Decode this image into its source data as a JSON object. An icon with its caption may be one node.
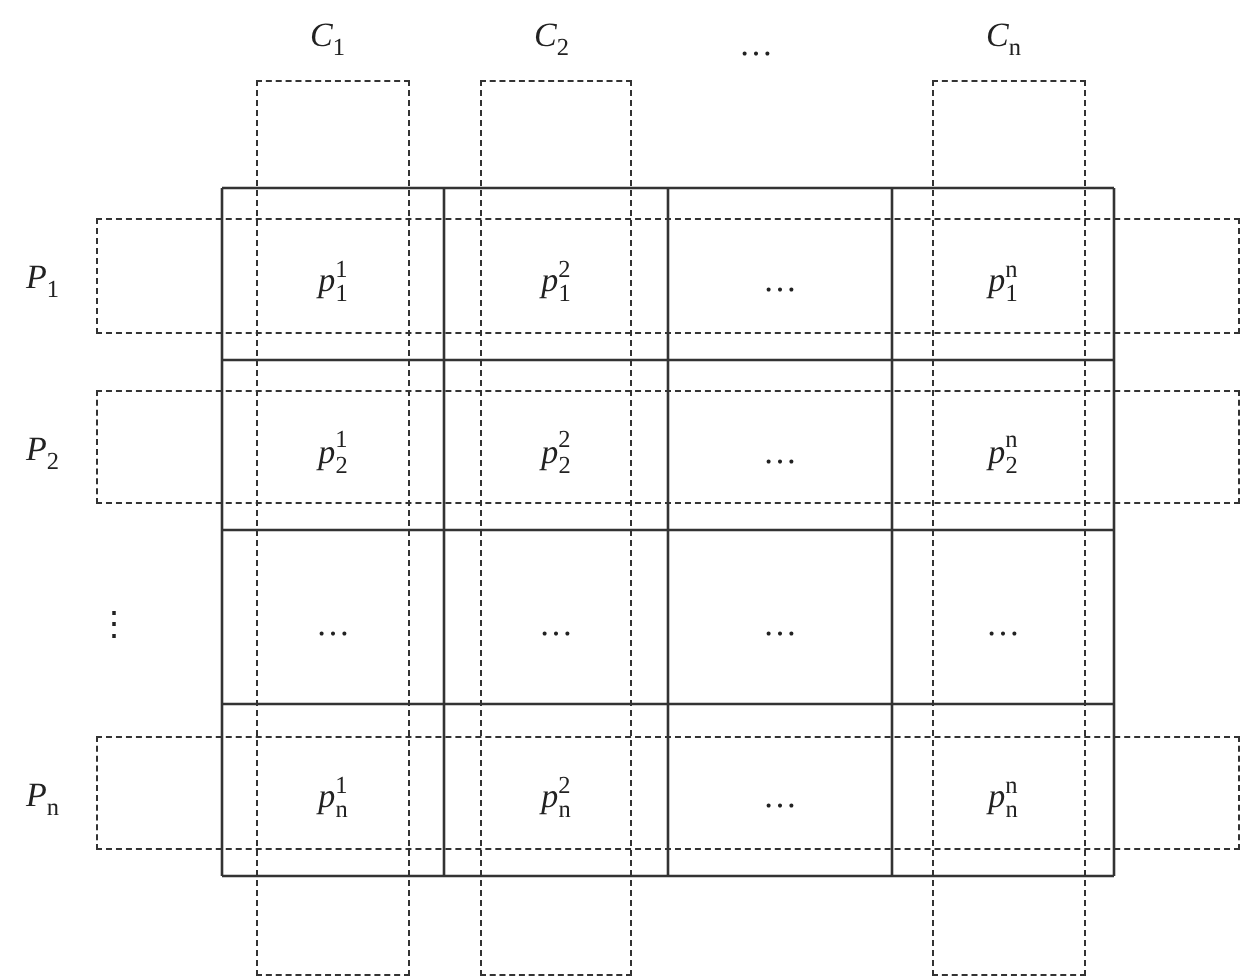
{
  "diagram": {
    "nodes": [
      {
        "text": [
          "*C*$_{1}$"
        ]
      },
      {
        "text": [
          "*C*$_{2}$"
        ]
      },
      {
        "text": [
          "*C*$_{n}$"
        ]
      },
      {
        "text": [
          "*P*$_{1}$"
        ]
      },
      {
        "text": [
          "*P*$_{2}$"
        ]
      },
      {
        "text": [
          "*P*$_{n}$"
        ]
      }
    ],
    "labels": [
      "…",
      "*p*$^{1}$$_{1}$",
      "*p*$^{2}$$_{1}$",
      "…",
      "*p*$^{n}$$_{1}$",
      "*p*$^{1}$$_{2}$",
      "*p*$^{2}$$_{2}$",
      "…",
      "*p*$^{n}$$_{2}$",
      "⋮",
      "…",
      "…",
      "…",
      "…",
      "*p*$^{1}$$_{n}$",
      "*p*$^{2}$$_{n}$",
      "…",
      "*p*$^{n}$$_{n}$"
    ]
  }
}
